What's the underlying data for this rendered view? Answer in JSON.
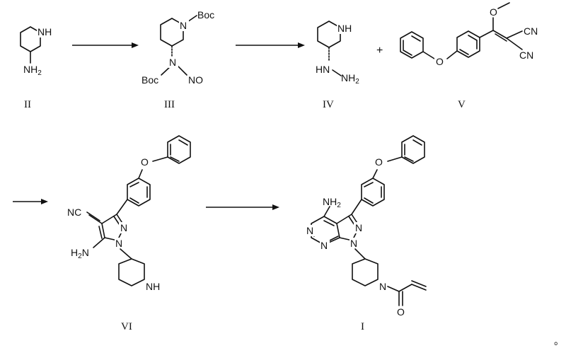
{
  "labels": {
    "II": "II",
    "III": "III",
    "IV": "IV",
    "V": "V",
    "VI": "VI",
    "I": "I"
  },
  "atoms": {
    "NH": "NH",
    "N": "N",
    "NH2_main": "NH",
    "NH2_sub": "2",
    "Boc": "Boc",
    "NO": "NO",
    "HN": "HN",
    "O": "O",
    "CN": "CN",
    "NC": "N",
    "H2N_main": "H",
    "H2N_sub": "2",
    "H2N_tail": "N"
  },
  "symbols": {
    "plus": "+",
    "period": "。"
  }
}
